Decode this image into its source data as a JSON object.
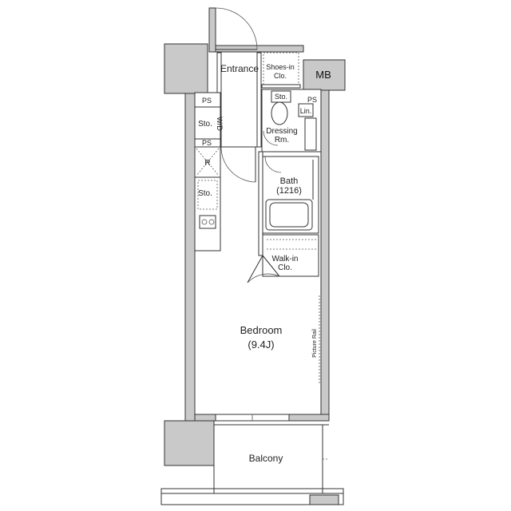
{
  "rooms": {
    "entrance": "Entrance",
    "shoes_in_clo_line1": "Shoes-in",
    "shoes_in_clo_line2": "Clo.",
    "mb": "MB",
    "ps_upper_left": "PS",
    "ps_upper_right": "PS",
    "ps_lower_left": "PS",
    "sto_toilet": "Sto.",
    "sto_left": "Sto.",
    "w_d": "W/D",
    "lin": "Lin.",
    "dressing_line1": "Dressing",
    "dressing_line2": "Rm.",
    "refrigerator": "R",
    "sto_kitchen": "Sto.",
    "bath_line1": "Bath",
    "bath_line2": "(1216)",
    "walkin_line1": "Walk-in",
    "walkin_line2": "Clo.",
    "bedroom_line1": "Bedroom",
    "bedroom_line2": "(9.4J)",
    "picture_rail": "Picture Rail",
    "balcony": "Balcony"
  }
}
